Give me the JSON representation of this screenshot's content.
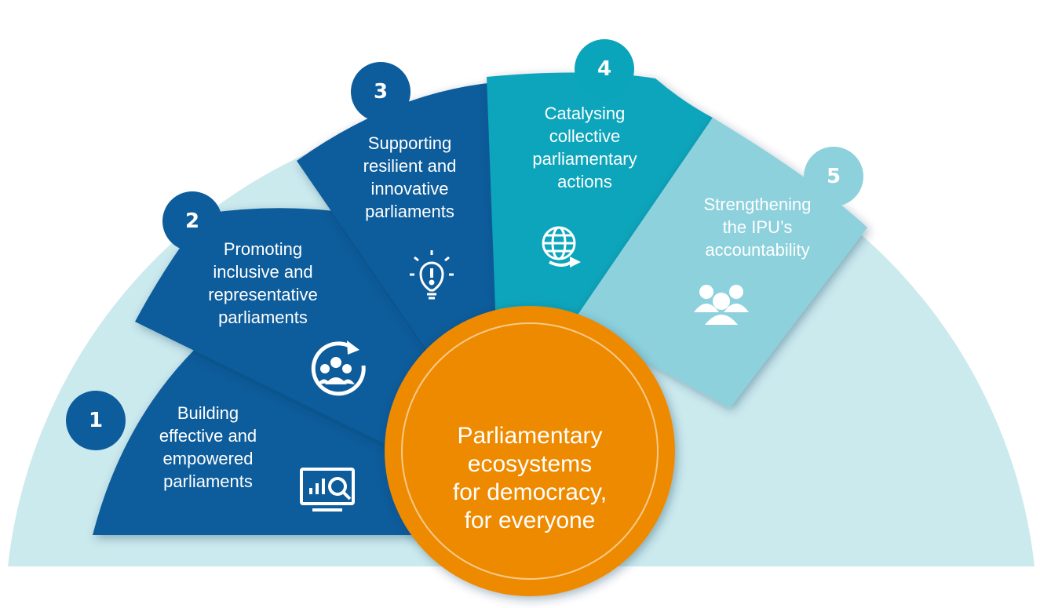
{
  "colors": {
    "background_arc": "#cbeaee",
    "hub": "#ee8a00",
    "hub_ring": "#f7c98a",
    "segment_dark": "#0d5c9b",
    "segment_teal": "#0aa5bb",
    "segment_light": "#8dd1dd",
    "text_white": "#ffffff",
    "text_light": "#ffffff"
  },
  "hub": {
    "lines": [
      "Parliamentary",
      "ecosystems",
      "for democracy,",
      "for everyone"
    ]
  },
  "segments": [
    {
      "number": "1",
      "lines": [
        "Building",
        "effective and",
        "empowered",
        "parliaments"
      ],
      "icon": "chart-magnifier-monitor-icon"
    },
    {
      "number": "2",
      "lines": [
        "Promoting",
        "inclusive and",
        "representative",
        "parliaments"
      ],
      "icon": "group-refresh-icon"
    },
    {
      "number": "3",
      "lines": [
        "Supporting",
        "resilient and",
        "innovative",
        "parliaments"
      ],
      "icon": "lightbulb-icon"
    },
    {
      "number": "4",
      "lines": [
        "Catalysing",
        "collective",
        "parliamentary",
        "actions"
      ],
      "icon": "globe-arrow-icon"
    },
    {
      "number": "5",
      "lines": [
        "Strengthening",
        "the IPU’s",
        "accountability"
      ],
      "icon": "people-group-icon"
    }
  ]
}
